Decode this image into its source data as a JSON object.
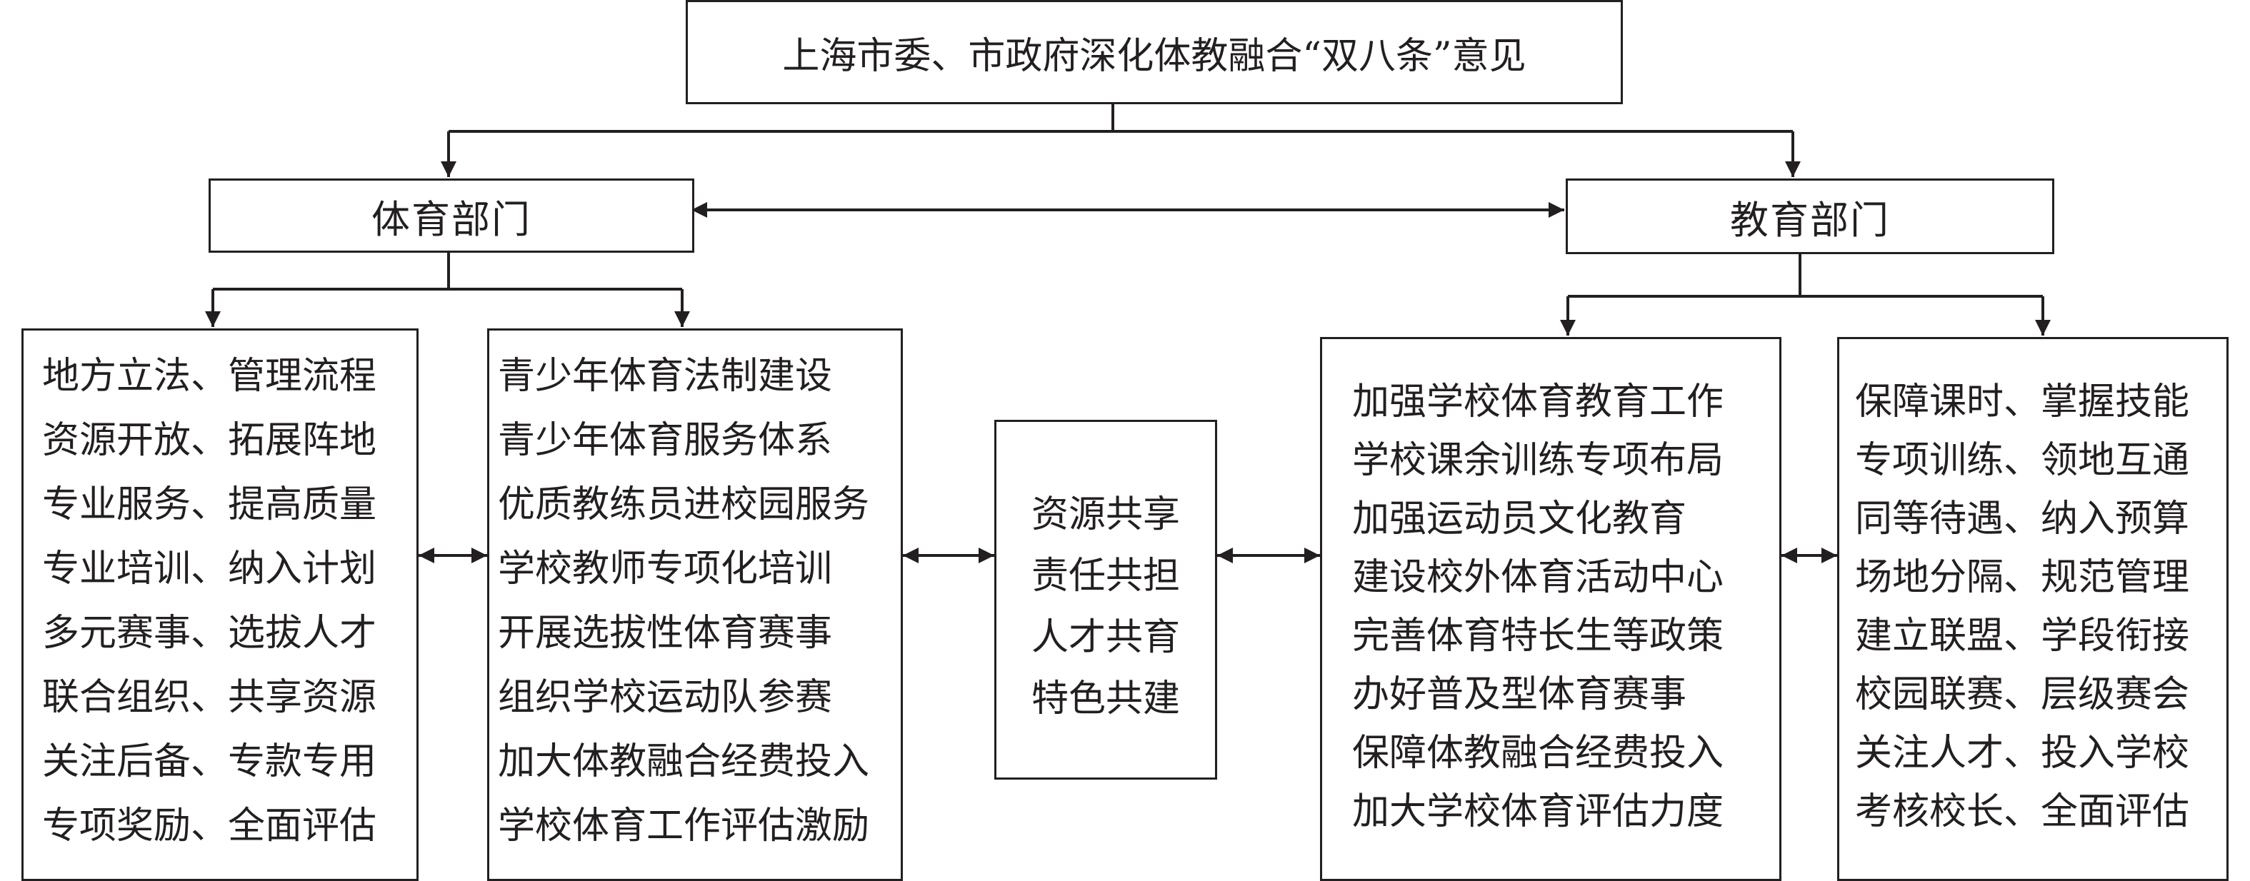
{
  "title": "上海市委、市政府深化体教融合“双八条”意见",
  "left_dept": "体育部门",
  "right_dept": "教育部门",
  "sports_local": [
    "地方立法、管理流程",
    "资源开放、拓展阵地",
    "专业服务、提高质量",
    "专业培训、纳入计划",
    "多元赛事、选拔人才",
    "联合组织、共享资源",
    "关注后备、专款专用",
    "专项奖励、全面评估"
  ],
  "sports_measures": [
    "青少年体育法制建设",
    "青少年体育服务体系",
    "优质教练员进校园服务",
    "学校教师专项化培训",
    "开展选拔性体育赛事",
    "组织学校运动队参赛",
    "加大体教融合经费投入",
    "学校体育工作评估激励"
  ],
  "center": [
    "资源共享",
    "责任共担",
    "人才共育",
    "特色共建"
  ],
  "edu_measures": [
    "加强学校体育教育工作",
    "学校课余训练专项布局",
    "加强运动员文化教育",
    "建设校外体育活动中心",
    "完善体育特长生等政策",
    "办好普及型体育赛事",
    "保障体教融合经费投入",
    "加大学校体育评估力度"
  ],
  "edu_local": [
    "保障课时、掌握技能",
    "专项训练、领地互通",
    "同等待遇、纳入预算",
    "场地分隔、规范管理",
    "建立联盟、学段衔接",
    "校园联赛、层级赛会",
    "关注人才、投入学校",
    "考核校长、全面评估"
  ]
}
